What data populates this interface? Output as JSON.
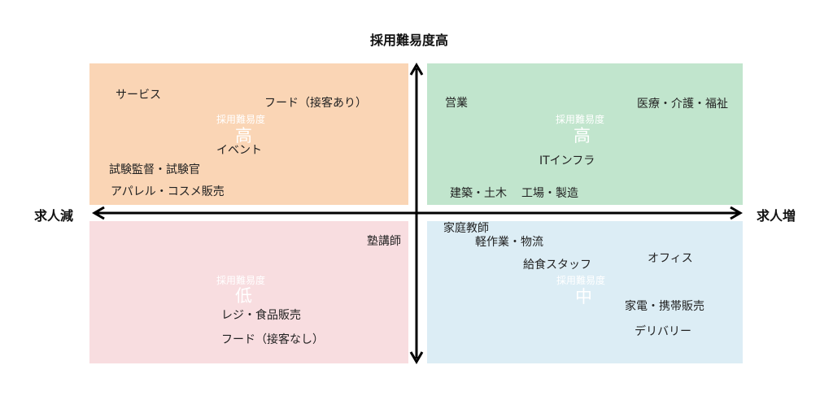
{
  "axes": {
    "top": "採用難易度高",
    "left": "求人減",
    "right": "求人増"
  },
  "colors": {
    "top_left": "#fad5b5",
    "top_right": "#c1e5cd",
    "bottom_left": "#f8dde0",
    "bottom_right": "#dcedf5"
  },
  "quadrants": {
    "top_left": {
      "caption": "採用難易度",
      "level": "高",
      "items": [
        "サービス",
        "フード（接客あり）",
        "イベント",
        "試験監督・試験官",
        "アパレル・コスメ販売"
      ]
    },
    "top_right": {
      "caption": "採用難易度",
      "level": "高",
      "items": [
        "営業",
        "医療・介護・福祉",
        "ITインフラ",
        "建築・土木",
        "工場・製造"
      ]
    },
    "bottom_left": {
      "caption": "採用難易度",
      "level": "低",
      "items": [
        "塾講師",
        "レジ・食品販売",
        "フード（接客なし）"
      ]
    },
    "bottom_right": {
      "caption": "採用難易度",
      "level": "中",
      "items": [
        "家庭教師",
        "軽作業・物流",
        "給食スタッフ",
        "オフィス",
        "家電・携帯販売",
        "デリバリー"
      ]
    }
  }
}
